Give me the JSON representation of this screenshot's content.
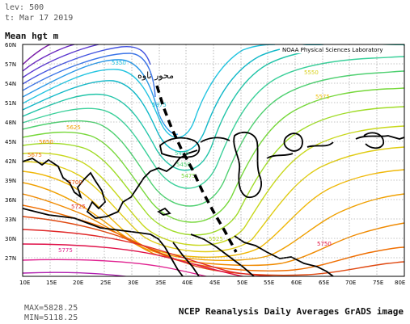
{
  "header": {
    "level": "lev: 500",
    "time": "t: Mar 17 2019",
    "title": "Mean hgt m"
  },
  "map": {
    "credit": "NOAA Physical Sciences Laboratory",
    "annotation": "محور ناوه",
    "lat_ticks": [
      "60N",
      "57N",
      "54N",
      "51N",
      "48N",
      "45N",
      "42N",
      "39N",
      "36N",
      "33N",
      "30N",
      "27N"
    ],
    "lon_ticks": [
      "10E",
      "15E",
      "20E",
      "25E",
      "30E",
      "35E",
      "40E",
      "45E",
      "50E",
      "55E",
      "60E",
      "65E",
      "70E",
      "75E",
      "80E"
    ],
    "contour_labels": [
      {
        "text": "5350",
        "color": "#22c4e0"
      },
      {
        "text": "5375",
        "color": "#10b8c8"
      },
      {
        "text": "5425",
        "color": "#3ad09a"
      },
      {
        "text": "5450",
        "color": "#4ed070"
      },
      {
        "text": "5475",
        "color": "#76d83a"
      },
      {
        "text": "5525",
        "color": "#b8d820"
      },
      {
        "text": "5550",
        "color": "#d8d018"
      },
      {
        "text": "5575",
        "color": "#f0c010"
      },
      {
        "text": "5625",
        "color": "#f0a000"
      },
      {
        "text": "5650",
        "color": "#f08a00"
      },
      {
        "text": "5675",
        "color": "#f07000"
      },
      {
        "text": "5700",
        "color": "#e85000"
      },
      {
        "text": "5725",
        "color": "#e03030"
      },
      {
        "text": "5750",
        "color": "#e01040"
      },
      {
        "text": "5775",
        "color": "#e0208a"
      }
    ]
  },
  "footer": {
    "max": "MAX=5828.25",
    "min": "MIN=5118.25",
    "source": "NCEP Reanalysis Daily Averages GrADS image"
  },
  "colors": {
    "grid": "#888888",
    "trough_axis": "#000000",
    "coast": "#000000"
  }
}
